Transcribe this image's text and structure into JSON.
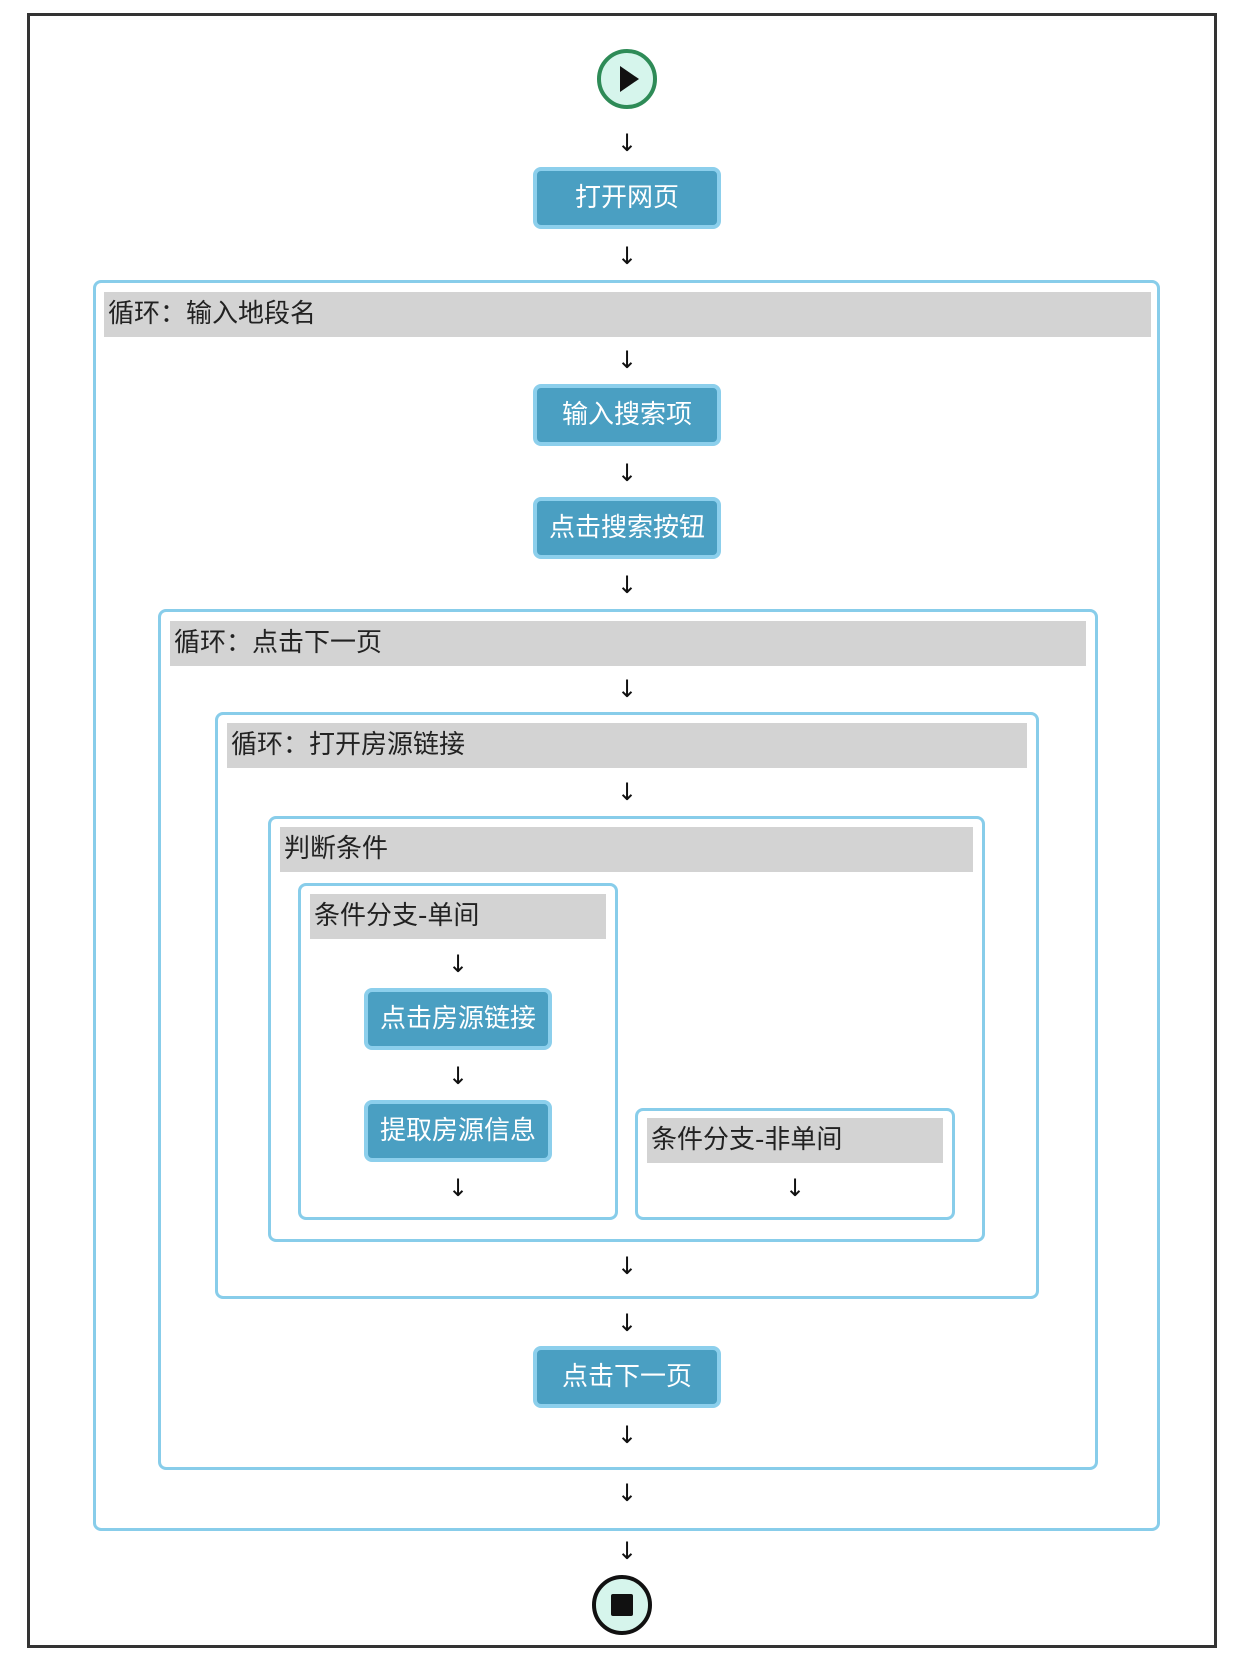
{
  "nodes": {
    "open_page": "打开网页",
    "input_search": "输入搜索项",
    "click_search": "点击搜索按钮",
    "click_listing": "点击房源链接",
    "extract_info": "提取房源信息",
    "click_next": "点击下一页"
  },
  "loops": {
    "outer": "循环：输入地段名",
    "pages": "循环：点击下一页",
    "listings": "循环：打开房源链接"
  },
  "condition": {
    "title": "判断条件",
    "branch_single": "条件分支-单间",
    "branch_other": "条件分支-非单间"
  },
  "arrow": "↓",
  "icons": {
    "start": "play-icon",
    "end": "stop-icon"
  },
  "colors": {
    "button_fill": "#4a9fc2",
    "button_border": "#8ccfec",
    "container_border": "#88cdea",
    "header_fill": "#d3d3d3",
    "start_ring": "#2e8b57"
  }
}
